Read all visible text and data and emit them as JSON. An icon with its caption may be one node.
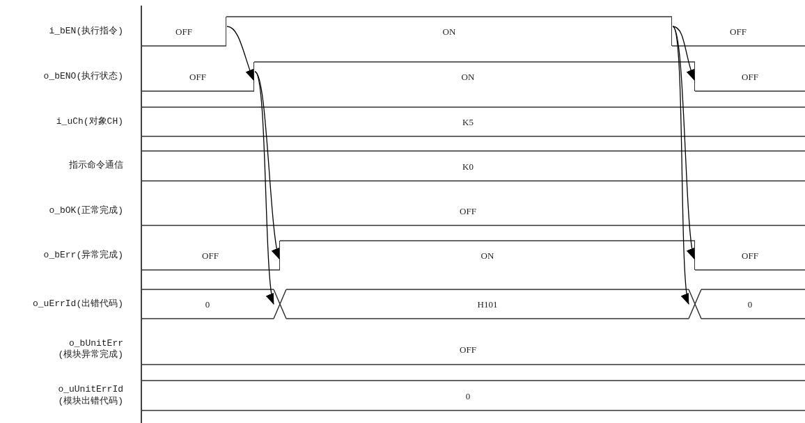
{
  "diagram": {
    "nodes": [
      {
        "text": [
          "OFF"
        ]
      },
      {
        "text": [],
        "shape": "line"
      },
      {
        "text": [
          "ON"
        ]
      },
      {
        "text": [],
        "shape": "line"
      },
      {
        "text": [
          "OFF"
        ]
      },
      {
        "text": [
          "OFF"
        ]
      },
      {
        "text": [],
        "shape": "line"
      },
      {
        "text": [
          "ON"
        ]
      },
      {
        "text": [],
        "shape": "line"
      },
      {
        "text": [
          "OFF"
        ]
      },
      {
        "text": [
          "K5"
        ]
      },
      {
        "text": [
          "K0"
        ]
      },
      {
        "text": [
          "OFF"
        ]
      },
      {
        "text": [
          "OFF"
        ]
      },
      {
        "text": [],
        "shape": "line"
      },
      {
        "text": [
          "ON"
        ]
      },
      {
        "text": [],
        "shape": "line"
      },
      {
        "text": [
          "OFF"
        ]
      },
      {
        "text": [
          "0"
        ]
      },
      {
        "text": [],
        "shape": "cross"
      },
      {
        "text": [
          "H101"
        ]
      },
      {
        "text": [],
        "shape": "cross"
      },
      {
        "text": [
          "0"
        ]
      },
      {
        "text": [
          "OFF"
        ]
      },
      {
        "text": [
          "0"
        ]
      }
    ],
    "edges": [
      {
        "from": 1,
        "to": 6,
        "arrow": "to"
      },
      {
        "from": 6,
        "to": 14,
        "arrow": "to"
      },
      {
        "from": 6,
        "to": 19,
        "arrow": "to"
      },
      {
        "from": 3,
        "to": 8,
        "arrow": "to"
      },
      {
        "from": 3,
        "to": 16,
        "arrow": "to"
      },
      {
        "from": 3,
        "to": 21,
        "arrow": "to"
      }
    ],
    "labels": [
      "i_bEN(执行指令)",
      "o_bENO(执行状态)",
      "i_uCh(对象CH)",
      "指示命令通信",
      "o_bOK(正常完成)",
      "o_bErr(异常完成)",
      "o_uErrId(出错代码)",
      "o_bUnitErr (模块异常完成)",
      "o_uUnitErrId (模块出错代码)"
    ]
  }
}
